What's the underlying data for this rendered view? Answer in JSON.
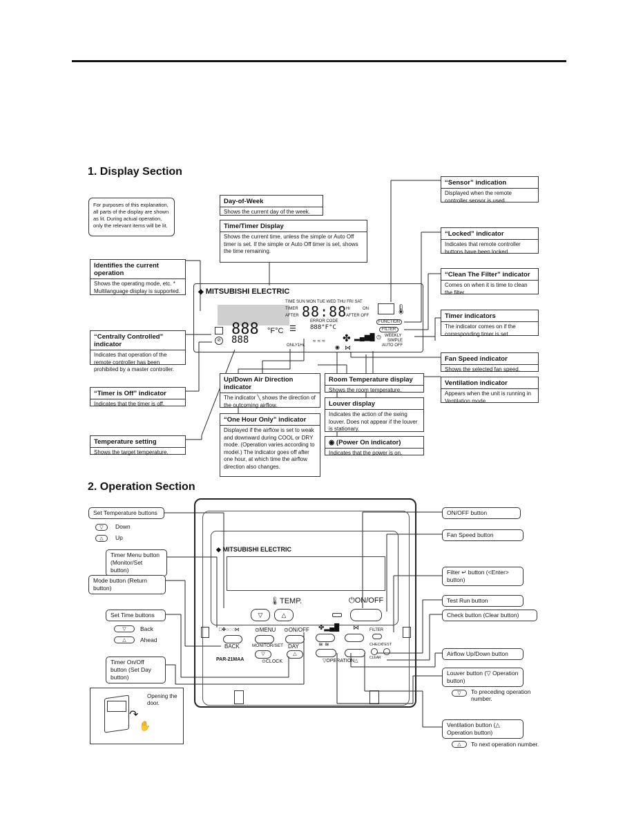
{
  "sections": {
    "display": "1.  Display Section",
    "operation": "2.  Operation Section"
  },
  "note": "For purposes of this explanation, all parts of the display are shown as lit. During actual operation, only the relevant items will be lit.",
  "display_boxes": {
    "day_of_week": {
      "title": "Day-of-Week",
      "body": "Shows the current day of the week."
    },
    "time_timer": {
      "title": "Time/Timer Display",
      "body": "Shows the current time, unless the simple or Auto Off timer is set. If the simple or Auto Off timer is set, shows the time remaining."
    },
    "current_op": {
      "title": "Identifies the current operation",
      "body": "Shows the operating mode, etc. * Multilanguage display is supported."
    },
    "central": {
      "title": "“Centrally Controlled” indicator",
      "body": "Indicates that operation of the remote controller has been prohibited by a master controller."
    },
    "timer_off": {
      "title": "“Timer is Off” indicator",
      "body": "Indicates that the timer is off."
    },
    "temp_setting": {
      "title": "Temperature setting",
      "body": "Shows the target temperature."
    },
    "updown": {
      "title": "Up/Down Air Direction indicator",
      "body": "The indicator ╲ shows the direction of the outcoming airflow."
    },
    "one_hour": {
      "title": "“One Hour Only” indicator",
      "body": "Displayed if the airflow is set to weak and downward during COOL or DRY mode. (Operation varies according to model.) The indicator goes off after one hour, at which time the airflow direction also changes."
    },
    "room_temp": {
      "title": "Room Temperature display",
      "body": "Shows the room temperature."
    },
    "louver": {
      "title": "Louver display",
      "body": "Indicates the action of the swing louver. Does not appear if the louver is stationary."
    },
    "power_on": {
      "title": "◉ (Power On indicator)",
      "body": "Indicates that the power is on."
    },
    "sensor": {
      "title": "“Sensor” indication",
      "body": "Displayed when the remote controller sensor is used."
    },
    "locked": {
      "title": "“Locked” indicator",
      "body": "Indicates that remote controller buttons have been locked."
    },
    "clean_filter": {
      "title": "“Clean The Filter” indicator",
      "body": "Comes on when it is time to clean the filter."
    },
    "timer_ind": {
      "title": "Timer indicators",
      "body": "The indicator comes on if the corresponding timer is set."
    },
    "fan_speed": {
      "title": "Fan Speed indicator",
      "body": "Shows the selected fan speed."
    },
    "ventilation": {
      "title": "Ventilation indicator",
      "body": "Appears when the unit is running in Ventilation mode."
    }
  },
  "lcd": {
    "brand": "MITSUBISHI ELECTRIC",
    "days": "TIME  SUN  MON  TUE  WED  THU  FRI  SAT",
    "timer": "TIMER",
    "after": "AFTER",
    "digits_time": "88:88",
    "hr": "Hr",
    "on": "ON",
    "after_off": "AFTER   OFF",
    "error_code": "ERROR CODE",
    "small_digits": "888°F°C",
    "big_temp": "888",
    "big_temp2": "888",
    "unit": "°F°C",
    "only1hr": "ONLY1Hr.",
    "function": "FUNCTION",
    "filter": "FILTER",
    "weekly": "WEEKLY",
    "simple": "SIMPLE",
    "auto_off": "AUTO OFF"
  },
  "op_labels": {
    "set_temp": "Set Temperature buttons",
    "down": "Down",
    "up": "Up",
    "timer_menu": "Timer Menu button (Monitor/Set button)",
    "mode": "Mode button (Return button)",
    "set_time": "Set Time buttons",
    "back": "Back",
    "ahead": "Ahead",
    "timer_onoff": "Timer On/Off button (Set Day button)",
    "opening": "Opening the door.",
    "onoff": "ON/OFF button",
    "fan": "Fan Speed button",
    "filter": "Filter ↵ button (<Enter> button)",
    "test": "Test Run button",
    "check": "Check button (Clear button)",
    "airflow": "Airflow Up/Down button",
    "louver": "Louver button (▽  Operation button)",
    "to_prev": "To preceding operation number.",
    "vent": "Ventilation button (△  Operation button)",
    "to_next": "To next operation number."
  },
  "remote": {
    "brand": "MITSUBISHI ELECTRIC",
    "temp": "TEMP.",
    "onoff": "ON/OFF",
    "menu": "⊙MENU",
    "onoff2": "⊙ON/OFF",
    "back": "BACK",
    "monitor": "MONITOR/SET",
    "day": "DAY",
    "clock": "⊙CLOCK",
    "model": "PAR-21MAA",
    "operation": "▽OPERATION△",
    "filter": "FILTER",
    "check": "CHECK",
    "test": "TEST",
    "clear": "CLEAR"
  },
  "colors": {
    "line": "#111111"
  }
}
